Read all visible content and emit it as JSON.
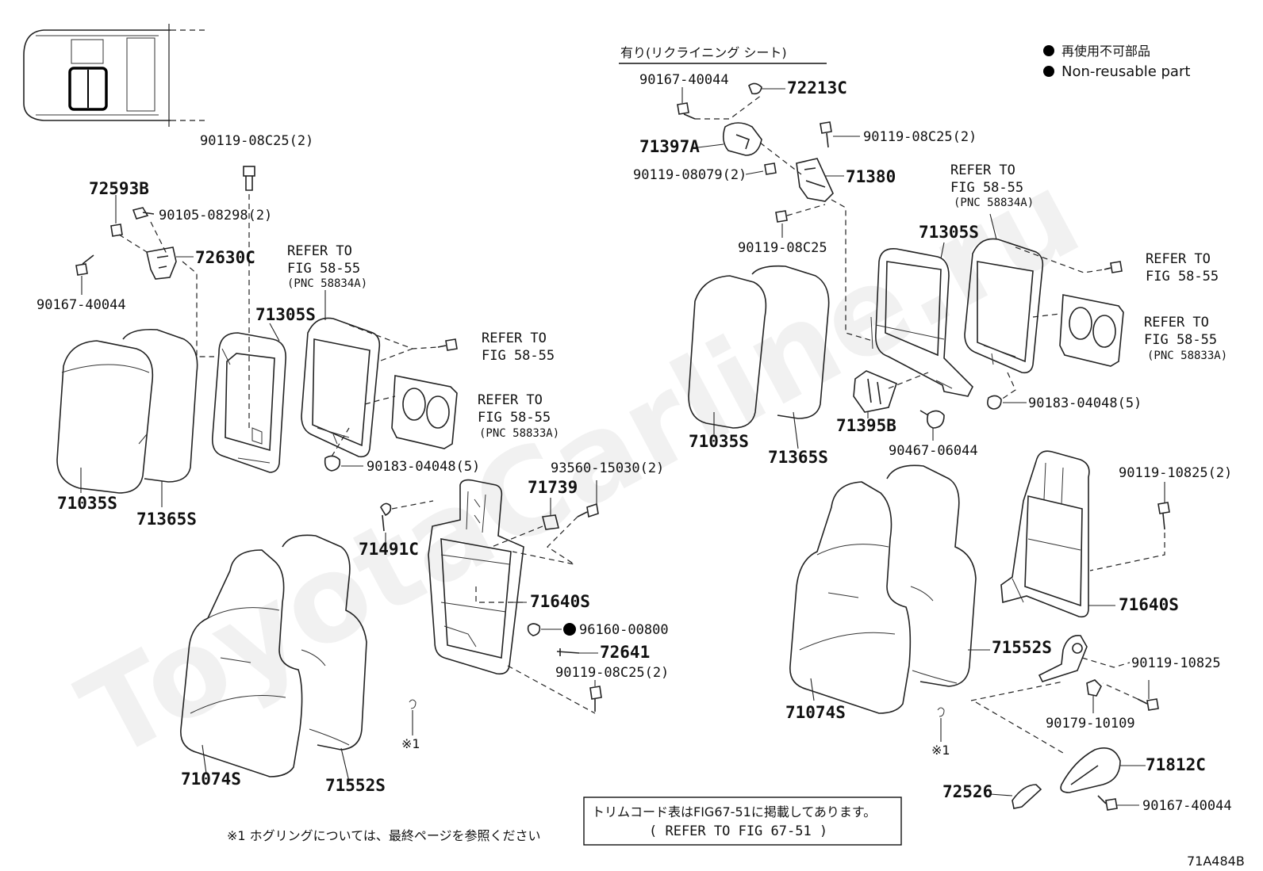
{
  "watermark": "ToyotaCarline.ru",
  "legend": {
    "items": [
      {
        "text": "再使用不可部品"
      },
      {
        "text": "Non-reusable part"
      }
    ]
  },
  "left": {
    "labels": {
      "p90119_08c25_2": "90119-08C25(2)",
      "p72593b": "72593B",
      "p90105_08298_2": "90105-08298(2)",
      "p72630c": "72630C",
      "p90167_40044": "90167-40044",
      "refer_a_1": "REFER TO",
      "refer_a_2": "FIG 58-55",
      "refer_a_3": "(PNC 58834A)",
      "p71305s": "71305S",
      "refer_b_1": "REFER TO",
      "refer_b_2": "FIG 58-55",
      "refer_c_1": "REFER TO",
      "refer_c_2": "FIG 58-55",
      "refer_c_3": "(PNC 58833A)",
      "p90183_04048_5": "90183-04048(5)",
      "p71035s": "71035S",
      "p71365s": "71365S",
      "p93560_15030_2": "93560-15030(2)",
      "p71739": "71739",
      "p71491c": "71491C",
      "p71640s": "71640S",
      "p96160_00800": "96160-00800",
      "p72641": "72641",
      "p90119_08c25_2b": "90119-08C25(2)",
      "note1": "※1",
      "p71074s": "71074S",
      "p71552s": "71552S"
    }
  },
  "right": {
    "heading": "有り(リクライニング シート)",
    "labels": {
      "p90167_40044": "90167-40044",
      "p72213c": "72213C",
      "p71397a": "71397A",
      "p90119_08c25_2": "90119-08C25(2)",
      "p90119_08079_2": "90119-08079(2)",
      "p71380": "71380",
      "refer_a_1": "REFER TO",
      "refer_a_2": "FIG 58-55",
      "refer_a_3": "(PNC 58834A)",
      "p90119_08c25": "90119-08C25",
      "p71305s": "71305S",
      "refer_b_1": "REFER TO",
      "refer_b_2": "FIG 58-55",
      "refer_c_1": "REFER TO",
      "refer_c_2": "FIG 58-55",
      "refer_c_3": "(PNC 58833A)",
      "p71035s": "71035S",
      "p71365s": "71365S",
      "p71395b": "71395B",
      "p90467_06044": "90467-06044",
      "p90183_04048_5": "90183-04048(5)",
      "p90119_10825_2": "90119-10825(2)",
      "p71640s": "71640S",
      "p71552s": "71552S",
      "p90119_10825": "90119-10825",
      "p71074s": "71074S",
      "p90179_10109": "90179-10109",
      "note1": "※1",
      "p71812c": "71812C",
      "p72526": "72526",
      "p90167_40044b": "90167-40044"
    }
  },
  "footer": {
    "note": "※1 ホグリングについては、最終ページを参照ください",
    "trim_line1": "トリムコード表はFIG67-51に掲載してあります。",
    "trim_line2": "( REFER TO FIG 67-51 )",
    "figure_id": "71A484B"
  }
}
